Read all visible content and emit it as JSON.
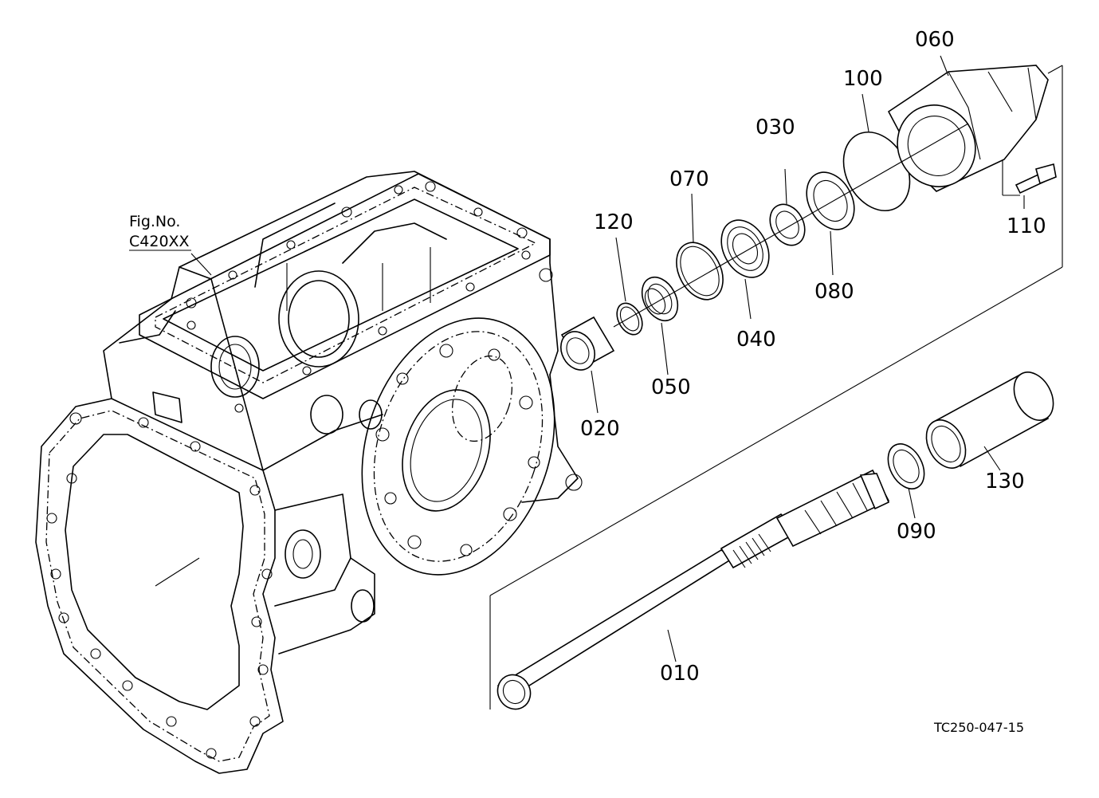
{
  "figure_ref": {
    "line1": "Fig.No.",
    "line2": "C420XX"
  },
  "drawing_code": "TC250-047-15",
  "parts": [
    {
      "id": "p010",
      "label": "010"
    },
    {
      "id": "p020",
      "label": "020"
    },
    {
      "id": "p030",
      "label": "030"
    },
    {
      "id": "p040",
      "label": "040"
    },
    {
      "id": "p050",
      "label": "050"
    },
    {
      "id": "p060",
      "label": "060"
    },
    {
      "id": "p070",
      "label": "070"
    },
    {
      "id": "p080",
      "label": "080"
    },
    {
      "id": "p090",
      "label": "090"
    },
    {
      "id": "p100",
      "label": "100"
    },
    {
      "id": "p110",
      "label": "110"
    },
    {
      "id": "p120",
      "label": "120"
    },
    {
      "id": "p130",
      "label": "130"
    }
  ]
}
